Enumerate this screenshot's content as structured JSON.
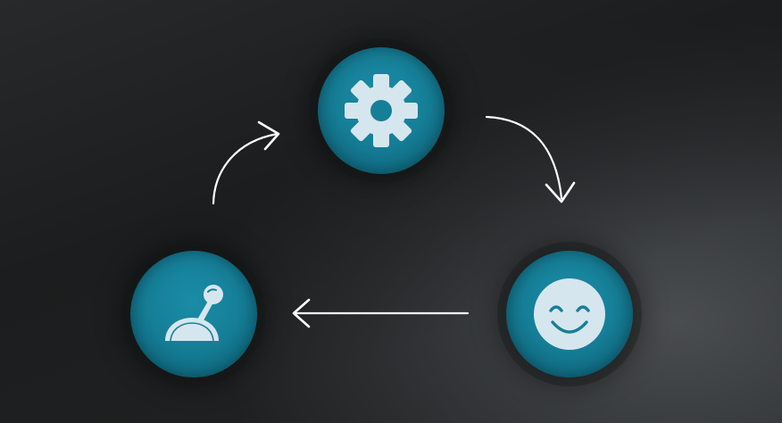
{
  "diagram": {
    "type": "cycle",
    "nodes": [
      {
        "id": "settings",
        "icon": "gear-icon"
      },
      {
        "id": "satisfaction",
        "icon": "smiley-face-icon"
      },
      {
        "id": "control",
        "icon": "joystick-lever-icon"
      }
    ],
    "edges": [
      {
        "from": "settings",
        "to": "satisfaction",
        "style": "curved-arrow"
      },
      {
        "from": "satisfaction",
        "to": "control",
        "style": "straight-arrow"
      },
      {
        "from": "control",
        "to": "settings",
        "style": "curved-arrow"
      }
    ],
    "colors": {
      "node_fill": "#167f98",
      "icon_fill": "#d6e6ee",
      "arrow_stroke": "#ffffff",
      "background": "#2c2e30"
    }
  }
}
